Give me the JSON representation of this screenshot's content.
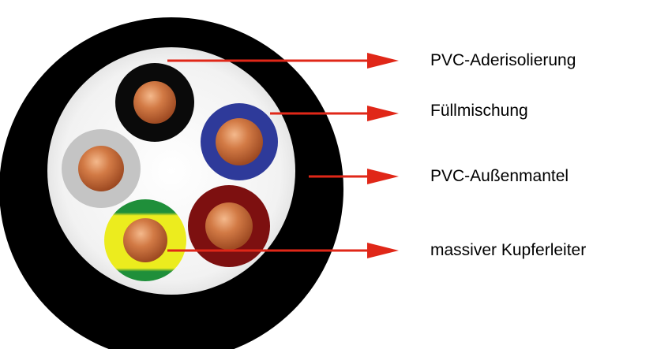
{
  "labels": [
    "PVC-Aderisolierung",
    "Füllmischung",
    "PVC-Außenmantel",
    "massiver Kupferleiter"
  ],
  "colors": {
    "outer_sheath": "#000000",
    "filler": "#f4f4f4",
    "core_black": "#0a0a0a",
    "core_blue": "#2e3a9a",
    "core_grey": "#c4c4c4",
    "core_brown": "#7d1010",
    "core_green_yellow_yellow": "#ecec1e",
    "core_green_yellow_green": "#1f8f3a",
    "copper": "#d07b45",
    "arrow": "#e02718"
  }
}
